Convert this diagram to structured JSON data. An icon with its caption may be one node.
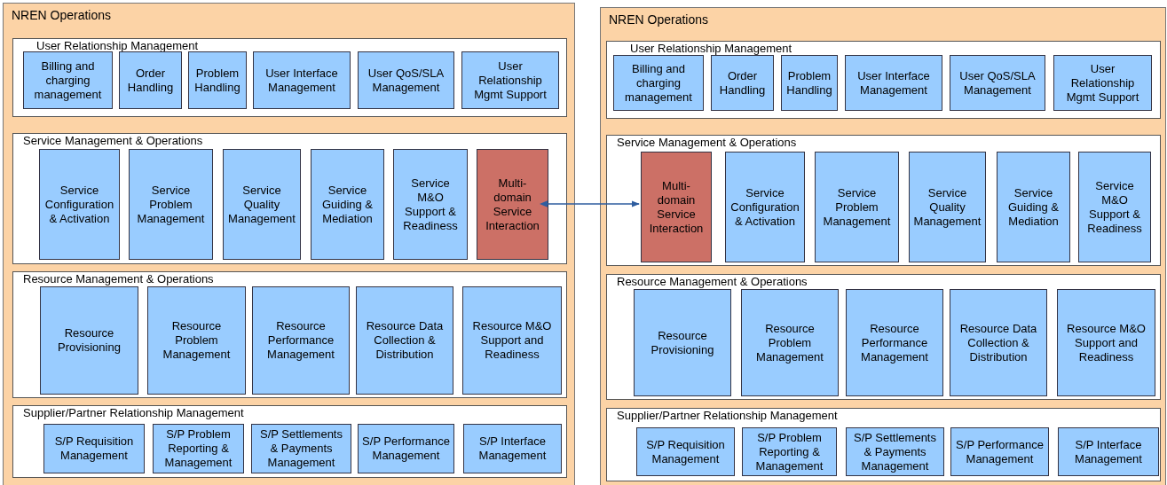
{
  "diagram": {
    "nodes": [
      {
        "text": [
          "NREN Operations"
        ]
      },
      {
        "text": [
          "User Relationship Management"
        ],
        "in": 0
      },
      {
        "text": [
          "Billing and charging management"
        ],
        "in": 1
      },
      {
        "text": [
          "Order Handling"
        ],
        "in": 1
      },
      {
        "text": [
          "Problem Handling"
        ],
        "in": 1
      },
      {
        "text": [
          "User Interface Management"
        ],
        "in": 1
      },
      {
        "text": [
          "User QoS/SLA Management"
        ],
        "in": 1
      },
      {
        "text": [
          "User Relationship Mgmt Support"
        ],
        "in": 1
      },
      {
        "text": [
          "Service Management & Operations"
        ],
        "in": 0
      },
      {
        "text": [
          "Service Configuration & Activation"
        ],
        "in": 8
      },
      {
        "text": [
          "Service Problem Management"
        ],
        "in": 8
      },
      {
        "text": [
          "Service Quality Management"
        ],
        "in": 8
      },
      {
        "text": [
          "Service Guiding & Mediation"
        ],
        "in": 8
      },
      {
        "text": [
          "Service M&O Support & Readiness"
        ],
        "in": 8
      },
      {
        "text": [
          "Multi-domain Service Interaction"
        ],
        "in": 8
      },
      {
        "text": [
          "Resource Management & Operations"
        ],
        "in": 0
      },
      {
        "text": [
          "Resource Provisioning"
        ],
        "in": 15
      },
      {
        "text": [
          "Resource Problem Management"
        ],
        "in": 15
      },
      {
        "text": [
          "Resource Performance Management"
        ],
        "in": 15
      },
      {
        "text": [
          "Resource Data Collection & Distribution"
        ],
        "in": 15
      },
      {
        "text": [
          "Resource M&O Support and Readiness"
        ],
        "in": 15
      },
      {
        "text": [
          "Supplier/Partner Relationship Management"
        ],
        "in": 0
      },
      {
        "text": [
          "S/P Requisition Management"
        ],
        "in": 21
      },
      {
        "text": [
          "S/P Problem Reporting & Management"
        ],
        "in": 21
      },
      {
        "text": [
          "S/P Settlements & Payments Management"
        ],
        "in": 21
      },
      {
        "text": [
          "S/P Performance Management"
        ],
        "in": 21
      },
      {
        "text": [
          "S/P Interface Management"
        ],
        "in": 21
      },
      {
        "text": [
          "NREN Operations"
        ]
      },
      {
        "text": [
          "User Relationship Management"
        ],
        "in": 27
      },
      {
        "text": [
          "Billing and charging management"
        ],
        "in": 28
      },
      {
        "text": [
          "Order Handling"
        ],
        "in": 28
      },
      {
        "text": [
          "Problem Handling"
        ],
        "in": 28
      },
      {
        "text": [
          "User Interface Management"
        ],
        "in": 28
      },
      {
        "text": [
          "User QoS/SLA Management"
        ],
        "in": 28
      },
      {
        "text": [
          "User Relationship Mgmt Support"
        ],
        "in": 28
      },
      {
        "text": [
          "Service Management & Operations"
        ],
        "in": 27
      },
      {
        "text": [
          "Multi-domain Service Interaction"
        ],
        "in": 35
      },
      {
        "text": [
          "Service Configuration & Activation"
        ],
        "in": 35
      },
      {
        "text": [
          "Service Problem Management"
        ],
        "in": 35
      },
      {
        "text": [
          "Service Quality Management"
        ],
        "in": 35
      },
      {
        "text": [
          "Service Guiding & Mediation"
        ],
        "in": 35
      },
      {
        "text": [
          "Service M&O Support & Readiness"
        ],
        "in": 35
      },
      {
        "text": [
          "Resource Management & Operations"
        ],
        "in": 27
      },
      {
        "text": [
          "Resource Provisioning"
        ],
        "in": 42
      },
      {
        "text": [
          "Resource Problem Management"
        ],
        "in": 42
      },
      {
        "text": [
          "Resource Performance Management"
        ],
        "in": 42
      },
      {
        "text": [
          "Resource Data Collection & Distribution"
        ],
        "in": 42
      },
      {
        "text": [
          "Resource M&O Support and Readiness"
        ],
        "in": 42
      },
      {
        "text": [
          "Supplier/Partner Relationship Management"
        ],
        "in": 27
      },
      {
        "text": [
          "S/P Requisition Management"
        ],
        "in": 48
      },
      {
        "text": [
          "S/P Problem Reporting & Management"
        ],
        "in": 48
      },
      {
        "text": [
          "S/P Settlements & Payments Management"
        ],
        "in": 48
      },
      {
        "text": [
          "S/P Performance Management"
        ],
        "in": 48
      },
      {
        "text": [
          "S/P Interface Management"
        ],
        "in": 48
      }
    ],
    "edges": [
      {
        "from": 14,
        "to": 36,
        "arrow": "both",
        "color": "#2e5d9f"
      }
    ]
  }
}
